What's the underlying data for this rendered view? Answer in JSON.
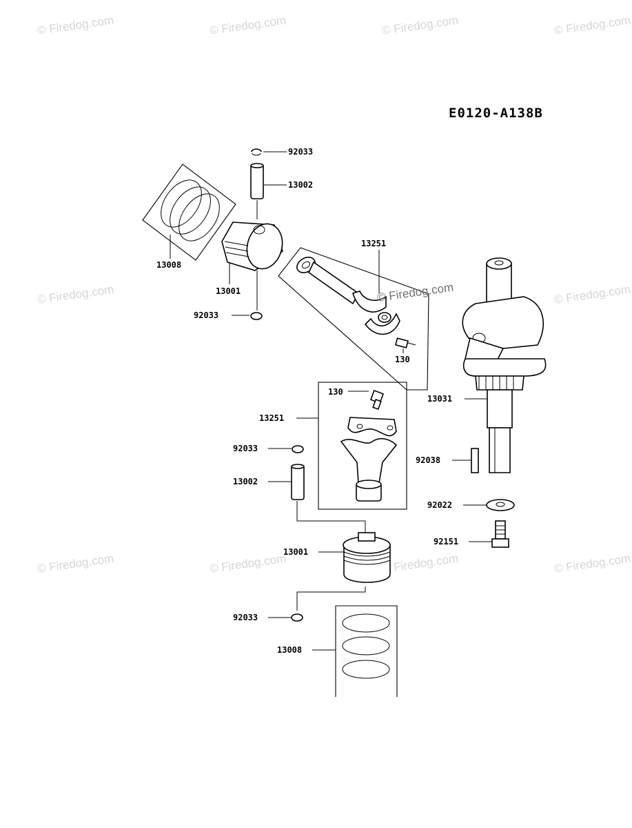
{
  "diagram": {
    "code": "E0120-A138B",
    "watermark": "© Firedog.com",
    "watermark_center": "© Firedog.com",
    "labels": {
      "snap_ring_upper_top": "92033",
      "pin_upper": "13002",
      "ring_set_upper": "13008",
      "piston_upper": "13001",
      "snap_ring_upper_bottom": "92033",
      "conrod_upper": "13251",
      "bolt_upper": "130",
      "bolt_lower": "130",
      "conrod_lower": "13251",
      "snap_ring_lower_top": "92033",
      "pin_lower": "13002",
      "piston_lower": "13001",
      "snap_ring_lower_bottom": "92033",
      "ring_set_lower": "13008",
      "crankshaft": "13031",
      "key": "92038",
      "washer": "92022",
      "bolt_crank": "92151"
    }
  }
}
